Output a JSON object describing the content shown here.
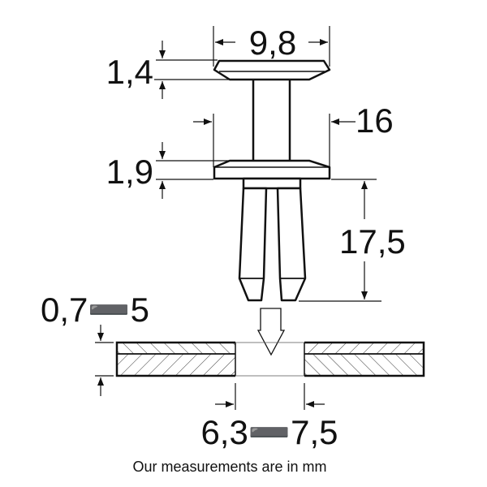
{
  "dimensions": {
    "head_diameter": "9,8",
    "head_thickness": "1,4",
    "flange_diameter": "16",
    "flange_thickness": "1,9",
    "leg_length": "17,5",
    "panel_thickness": "0,7➖5",
    "hole_diameter": "6,3➖7,5"
  },
  "footer_note": "Our measurements are in mm",
  "colors": {
    "line": "#111111",
    "background": "#ffffff"
  }
}
